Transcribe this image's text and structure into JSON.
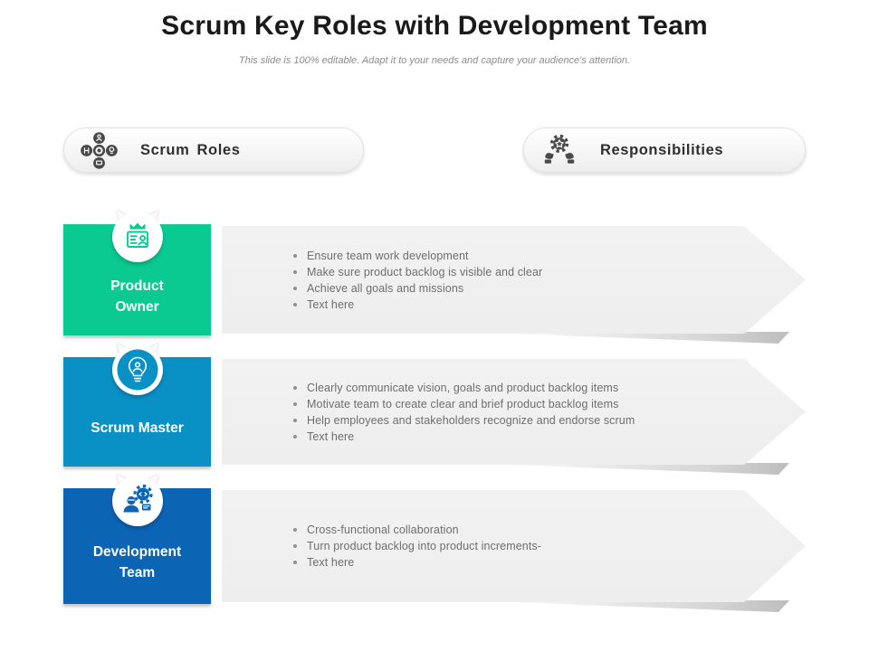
{
  "slide": {
    "title": "Scrum Key Roles with Development Team",
    "subtitle": "This slide is 100% editable. Adapt it to your needs and capture your audience's attention."
  },
  "headers": {
    "left": {
      "label": "Scrum Roles",
      "icon": "scrum-roles-cluster-icon"
    },
    "right": {
      "label": "Responsibilities",
      "icon": "hands-holding-gear-star-icon"
    }
  },
  "rows": [
    {
      "role": "Product Owner",
      "icon": "id-card-crown-icon",
      "color": "#0ACA92",
      "bullets": [
        "Ensure team work development",
        "Make sure product backlog is visible and clear",
        "Achieve all goals and missions",
        "Text here"
      ]
    },
    {
      "role": "Scrum Master",
      "icon": "lightbulb-person-icon",
      "color": "#0991C6",
      "bullets": [
        "Clearly communicate vision, goals and product backlog items",
        "Motivate team to create clear and brief product backlog items",
        "Help employees and stakeholders recognize and endorse scrum",
        "Text here"
      ]
    },
    {
      "role": "Development Team",
      "icon": "developer-gear-code-icon",
      "color": "#0C64B4",
      "bullets": [
        "Cross-functional collaboration",
        "Turn product backlog into product increments-",
        "Text here"
      ]
    }
  ],
  "colors": {
    "product_owner": "#0ACA92",
    "scrum_master": "#0991C6",
    "development_team": "#0C64B4",
    "arrow_band": "#EFEFEF",
    "title_text": "#1A1A1A",
    "body_text": "#6E6E6E",
    "pill_icon": "#4A4A4A"
  }
}
